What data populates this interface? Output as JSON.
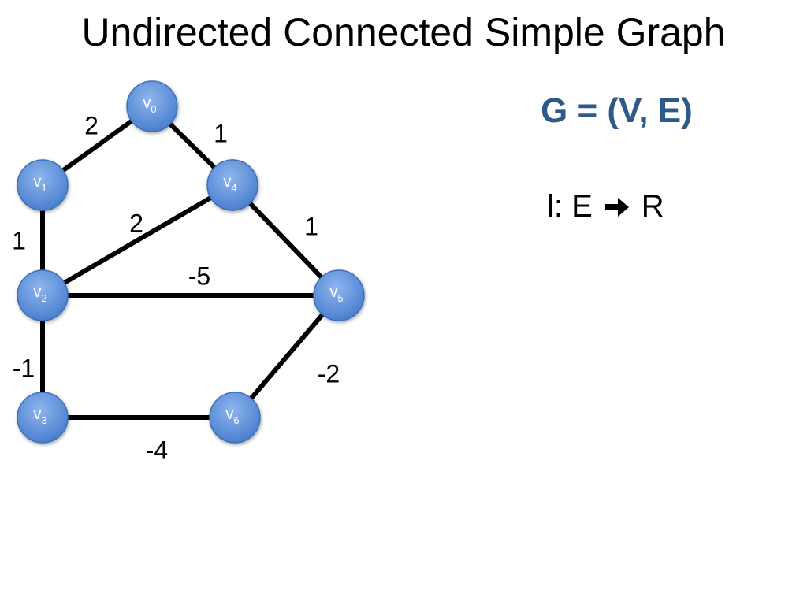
{
  "title": "Undirected Connected Simple Graph",
  "definition": "G = (V, E)",
  "mapping": {
    "domain": "l: E",
    "arrow_icon": "arrow-right-icon",
    "codomain": "R"
  },
  "colors": {
    "node_fill": "#5b8fd9",
    "node_stroke": "#3d6fb8",
    "edge": "#000000",
    "accent": "#2e5a8a"
  },
  "nodes": [
    {
      "id": "v0",
      "base": "v",
      "sub": "0"
    },
    {
      "id": "v1",
      "base": "v",
      "sub": "1"
    },
    {
      "id": "v2",
      "base": "v",
      "sub": "2"
    },
    {
      "id": "v3",
      "base": "v",
      "sub": "3"
    },
    {
      "id": "v4",
      "base": "v",
      "sub": "4"
    },
    {
      "id": "v5",
      "base": "v",
      "sub": "5"
    },
    {
      "id": "v6",
      "base": "v",
      "sub": "6"
    }
  ],
  "edges": [
    {
      "from": "v0",
      "to": "v1",
      "weight": "2"
    },
    {
      "from": "v0",
      "to": "v4",
      "weight": "1"
    },
    {
      "from": "v1",
      "to": "v2",
      "weight": "1"
    },
    {
      "from": "v2",
      "to": "v4",
      "weight": "2"
    },
    {
      "from": "v4",
      "to": "v5",
      "weight": "1"
    },
    {
      "from": "v2",
      "to": "v5",
      "weight": "-5"
    },
    {
      "from": "v2",
      "to": "v3",
      "weight": "-1"
    },
    {
      "from": "v5",
      "to": "v6",
      "weight": "-2"
    },
    {
      "from": "v3",
      "to": "v6",
      "weight": "-4"
    }
  ]
}
